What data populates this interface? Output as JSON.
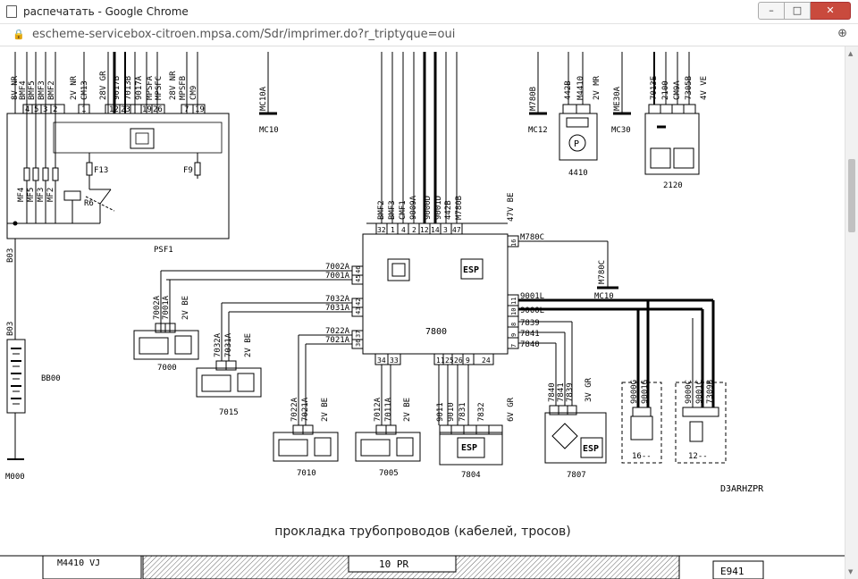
{
  "window": {
    "title": "распечатать - Google Chrome",
    "minimize": "–",
    "maximize": "□",
    "close": "✕"
  },
  "address": {
    "url": "escheme-servicebox-citroen.mpsa.com/Sdr/imprimer.do?r_triptyque=oui"
  },
  "diagram": {
    "code": "D3ARHZPR",
    "caption": "прокладка трубопроводов (кабелей, тросов)",
    "psf1": {
      "label": "PSF1",
      "top_wires": [
        "8V NR",
        "BMF4",
        "BMF5",
        "BMF3",
        "BMF2",
        "2V NR",
        "CM13",
        "28V GR",
        "9017B",
        "7013B",
        "9017A",
        "MPSFA",
        "MPSFC",
        "28V NR",
        "MPSFB",
        "CM9"
      ],
      "pins": [
        "4",
        "5",
        "3",
        "2",
        "1",
        "12",
        "23",
        "19",
        "26",
        "7",
        "19"
      ],
      "fuses": [
        "MF4",
        "MF5",
        "MF3",
        "MF2",
        "F13",
        "F9"
      ],
      "relay": "R6"
    },
    "grounds": [
      "MC10A",
      "MC10",
      "M780B",
      "MC12",
      "ME30A",
      "MC30",
      "M780C",
      "MC10",
      "M000"
    ],
    "bb00": {
      "label": "BB00",
      "wire": "B03"
    },
    "ecu7800": {
      "label": "7800",
      "connector": "47V BE",
      "top_wires": [
        "BMF2",
        "BMF3",
        "CMF1",
        "9009A",
        "9000D",
        "9001D",
        "442B",
        "M780B"
      ],
      "top_pins": [
        "32",
        "1",
        "4",
        "2",
        "12",
        "14",
        "3",
        "47"
      ],
      "left_wires": [
        "7002A",
        "7001A",
        "7032A",
        "7031A",
        "7022A",
        "7021A"
      ],
      "left_pins": [
        "46",
        "45",
        "42",
        "43",
        "37",
        "36"
      ],
      "bottom_pins": [
        "34",
        "33",
        "11",
        "25",
        "26",
        "9",
        "24"
      ],
      "right_wires": [
        "M780C",
        "9001L",
        "9000L",
        "7839",
        "7841",
        "7840"
      ],
      "right_pins": [
        "16",
        "11",
        "10",
        "8",
        "9",
        "7"
      ],
      "esp": "ESP"
    },
    "sensors": [
      {
        "label": "7000",
        "wires": [
          "7002A",
          "7001A"
        ],
        "conn": "2V BE"
      },
      {
        "label": "7015",
        "wires": [
          "7032A",
          "7031A"
        ],
        "conn": "2V BE"
      },
      {
        "label": "7010",
        "wires": [
          "7022A",
          "7021A"
        ],
        "conn": "2V BE"
      },
      {
        "label": "7005",
        "wires": [
          "7012A",
          "7011A"
        ],
        "conn": "2V BE"
      }
    ],
    "unit7804": {
      "label": "7804",
      "wires": [
        "9011",
        "9010",
        "7831",
        "7832"
      ],
      "conn": "6V GR",
      "esp": "ESP"
    },
    "unit7807": {
      "label": "7807",
      "wires": [
        "7840",
        "7841",
        "7839"
      ],
      "conn": "3V GR",
      "esp": "ESP"
    },
    "unit4410": {
      "label": "4410",
      "wires": [
        "442B",
        "M4410"
      ],
      "conn": "2V MR"
    },
    "unit2120": {
      "label": "2120",
      "wires": [
        "7013E",
        "2100",
        "CM9A",
        "7305B"
      ],
      "conn": "4V VE"
    },
    "box16": {
      "label": "16--",
      "wires": [
        "9000G",
        "9001G"
      ]
    },
    "box12": {
      "label": "12--",
      "wires": [
        "9000C",
        "9001C",
        "7309B"
      ]
    },
    "bottom_strip": {
      "left_text": "M4410 VJ",
      "middle_text": "10 PR",
      "right_text": "E941"
    }
  }
}
